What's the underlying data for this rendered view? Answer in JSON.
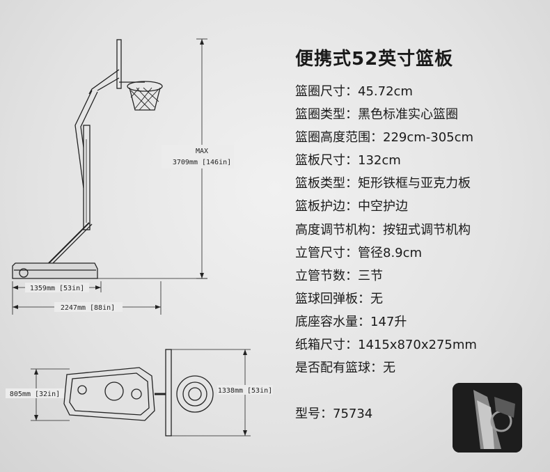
{
  "title": "便携式52英寸篮板",
  "specs": [
    {
      "label": "篮圈尺寸",
      "value": "45.72cm"
    },
    {
      "label": "篮圈类型",
      "value": "黑色标准实心篮圈"
    },
    {
      "label": "篮圈高度范围",
      "value": "229cm-305cm"
    },
    {
      "label": "篮板尺寸",
      "value": "132cm"
    },
    {
      "label": "篮板类型",
      "value": "矩形铁框与亚克力板"
    },
    {
      "label": "篮板护边",
      "value": "中空护边"
    },
    {
      "label": "高度调节机构",
      "value": "按钮式调节机构"
    },
    {
      "label": "立管尺寸",
      "value": "管径8.9cm"
    },
    {
      "label": "立管节数",
      "value": "三节"
    },
    {
      "label": "篮球回弹板",
      "value": "无"
    },
    {
      "label": "底座容水量",
      "value": "147升"
    },
    {
      "label": "纸箱尺寸",
      "value": "1415x870x275mm"
    },
    {
      "label": "是否配有篮球",
      "value": "无"
    }
  ],
  "model": {
    "label": "型号",
    "value": "75734"
  },
  "dimensions": {
    "height_max_label": "MAX",
    "height_value": "3709mm [146in]",
    "base_depth": "1359mm [53in]",
    "total_depth": "2247mm [88in]",
    "base_width": "805mm [32in]",
    "board_width": "1338mm [53in]"
  }
}
